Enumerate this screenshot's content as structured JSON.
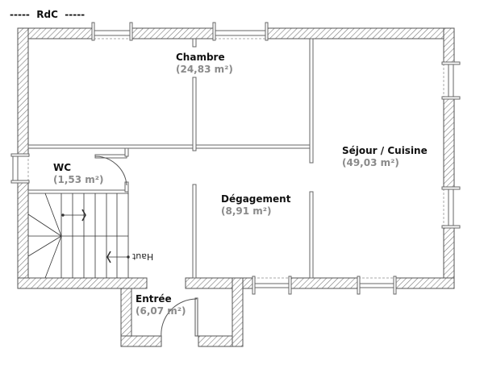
{
  "plan": {
    "level_title": "-----  RdC  -----",
    "colors": {
      "wall_hatch": "#7a7a7a",
      "wall_outline": "#555555",
      "partition": "#666666",
      "label": "#111111",
      "area": "#8a8a8a"
    },
    "rooms": [
      {
        "id": "chambre",
        "name": "Chambre",
        "area": "(24,83 m²)"
      },
      {
        "id": "sejour",
        "name": "Séjour / Cuisine",
        "area": "(49,03 m²)"
      },
      {
        "id": "wc",
        "name": "WC",
        "area": "(1,53 m²)"
      },
      {
        "id": "degagement",
        "name": "Dégagement",
        "area": "(8,91 m²)"
      },
      {
        "id": "entree",
        "name": "Entrée",
        "area": "(6,07 m²)"
      }
    ],
    "stairs": {
      "direction_label": "Haut"
    }
  }
}
